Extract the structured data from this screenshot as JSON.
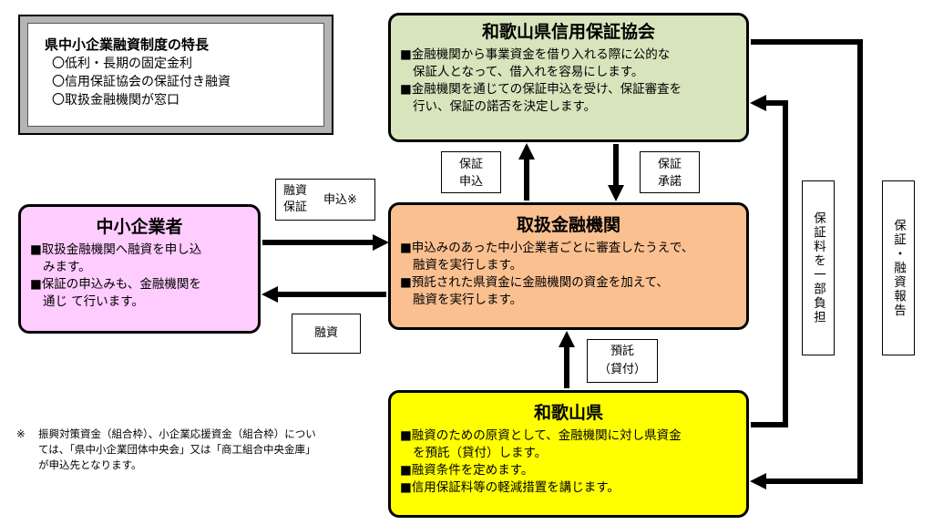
{
  "features": {
    "title": "県中小企業融資制度の特長",
    "items": [
      "〇低利・長期の固定金利",
      "〇信用保証協会の保証付き融資",
      "〇取扱金融機関が窓口"
    ]
  },
  "guarantee": {
    "title": "和歌山県信用保証協会",
    "lines": [
      "■金融機関から事業資金を借り入れる際に公的な",
      "保証人となって、借入れを容易にします。",
      "■金融機関を通じての保証申込を受け、保証審査を",
      "行い、保証の諾否を決定します。"
    ]
  },
  "sme": {
    "title": "中小企業者",
    "lines": [
      "■取扱金融機関へ融資を申し込",
      "みます。",
      "■保証の申込みも、金融機関を",
      "通じ て行います。"
    ]
  },
  "bank": {
    "title": "取扱金融機関",
    "lines": [
      "■申込みのあった中小企業者ごとに審査したうえで、",
      "融資を実行します。",
      "■預託された県資金に金融機関の資金を加えて、",
      "融資を実行します。"
    ]
  },
  "pref": {
    "title": "和歌山県",
    "lines": [
      "■融資のための原資として、金融機関に対し県資金",
      "を預託（貸付）します。",
      "■融資条件を定めます。",
      "■信用保証料等の軽減措置を講じます。"
    ]
  },
  "labels": {
    "apply_left1": "融資",
    "apply_left2": "保証",
    "apply_right": "申込※",
    "loan": "融資",
    "guarantee_apply1": "保証",
    "guarantee_apply2": "申込",
    "guarantee_approve1": "保証",
    "guarantee_approve2": "承諾",
    "deposit1": "預託",
    "deposit2": "（貸付）",
    "fee_share": "保証料を一部負担",
    "report": "保証・融資報告"
  },
  "footnote": {
    "mark": "※",
    "lines": [
      "振興対策資金（組合枠）、小企業応援資金（組合枠）につい",
      "ては、「県中小企業団体中央会」又は「商工組合中央金庫」",
      "が申込先となります。"
    ]
  }
}
